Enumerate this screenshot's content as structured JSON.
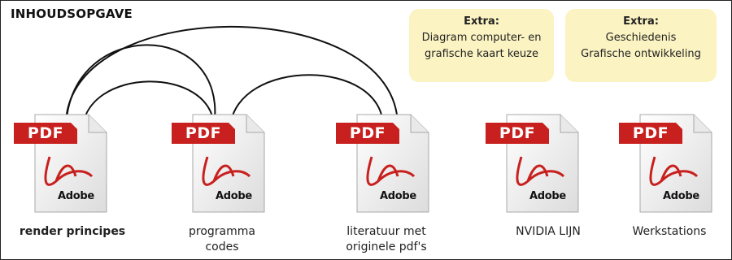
{
  "title": "INHOUDSOPGAVE",
  "extras": [
    {
      "heading": "Extra:",
      "lines": [
        "Diagram computer- en",
        "grafische kaart keuze"
      ]
    },
    {
      "heading": "Extra:",
      "lines": [
        "Geschiedenis",
        "Grafische ontwikkeling"
      ]
    }
  ],
  "documents": [
    {
      "icon_label": "PDF",
      "brand": "Adobe",
      "caption_lines": [
        "render principes"
      ],
      "caption_bold": true
    },
    {
      "icon_label": "PDF",
      "brand": "Adobe",
      "caption_lines": [
        "programma",
        "codes"
      ],
      "caption_bold": false
    },
    {
      "icon_label": "PDF",
      "brand": "Adobe",
      "caption_lines": [
        "literatuur met",
        "originele pdf's"
      ],
      "caption_bold": false
    },
    {
      "icon_label": "PDF",
      "brand": "Adobe",
      "caption_lines": [
        "NVIDIA LIJN"
      ],
      "caption_bold": false
    },
    {
      "icon_label": "PDF",
      "brand": "Adobe",
      "caption_lines": [
        "Werkstations"
      ],
      "caption_bold": false
    }
  ],
  "colors": {
    "pdf_red": "#c8201e",
    "extra_background": "#fbf3c2",
    "link_line": "#111111"
  }
}
